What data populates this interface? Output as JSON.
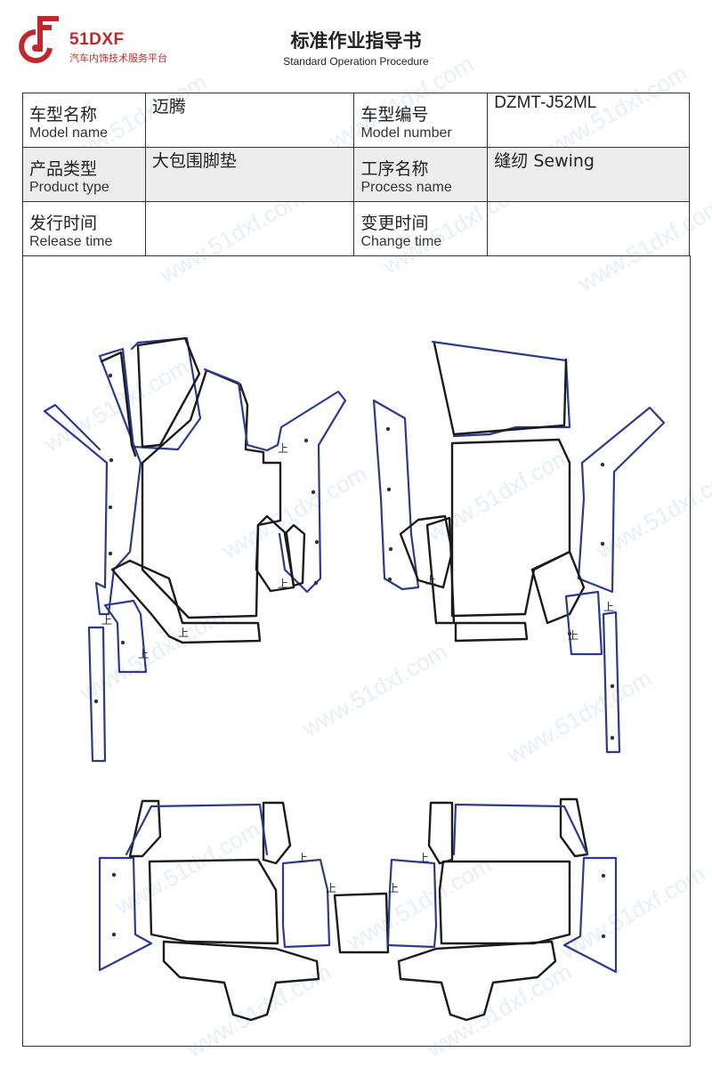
{
  "logo": {
    "brand": "51DXF",
    "tagline": "汽车内饰技术服务平台"
  },
  "header": {
    "title": "标准作业指导书",
    "subtitle": "Standard Operation Procedure"
  },
  "info_table": {
    "model_name_zh": "车型名称",
    "model_name_en": "Model name",
    "model_name_value": "迈腾",
    "model_number_zh": "车型编号",
    "model_number_en": "Model number",
    "model_number_value": "DZMT-J52ML",
    "product_type_zh": "产品类型",
    "product_type_en": "Product type",
    "product_type_value": "大包围脚垫",
    "process_name_zh": "工序名称",
    "process_name_en": "Process name",
    "process_name_value": "缝纫 Sewing",
    "release_time_zh": "发行时间",
    "release_time_en": "Release time",
    "release_time_value": "",
    "change_time_zh": "变更时间",
    "change_time_en": "Change time",
    "change_time_value": ""
  },
  "pattern_marks": {
    "up_mark": "上"
  },
  "watermark": {
    "text": "www.51dxf.com"
  },
  "colors": {
    "brand_red": "#c0282d",
    "outline_dark": "#1a1a1a",
    "outline_blue": "#2b3a8f",
    "shade": "#ededed"
  }
}
